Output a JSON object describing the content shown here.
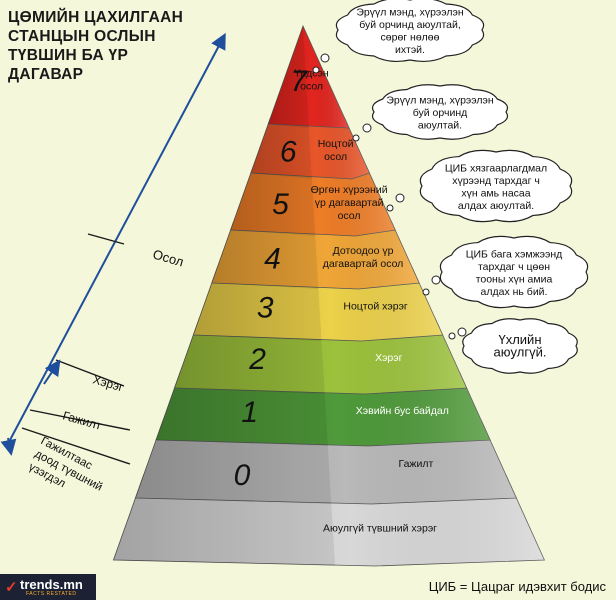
{
  "title_lines": [
    "ЦӨМИЙН ЦАХИЛГААН",
    "СТАНЦЫН ОСЛЫН",
    "ТҮВШИН БА ҮР",
    "ДАГАВАР"
  ],
  "levels": [
    {
      "number": "0",
      "label": [
        "Аюулгүй түвшний хэрэг"
      ],
      "color": "#d8d8d8"
    },
    {
      "number": "0",
      "label": [
        "Гажилт"
      ],
      "color": "#b9b9b9"
    },
    {
      "number": "1",
      "label": [
        "Хэвийн бус байдал"
      ],
      "color": "#4f9a3a"
    },
    {
      "number": "2",
      "label": [
        "Хэрэг"
      ],
      "color": "#9cc23c"
    },
    {
      "number": "3",
      "label": [
        "Ноцтой хэрэг"
      ],
      "color": "#ecd14a"
    },
    {
      "number": "4",
      "label": [
        "Дотоодоо үр",
        "дагавартай осол"
      ],
      "color": "#f0a637"
    },
    {
      "number": "5",
      "label": [
        "Өргөн хүрээний",
        "үр дагавартай",
        "осол"
      ],
      "color": "#ee7d27"
    },
    {
      "number": "6",
      "label": [
        "Ноцтой",
        "осол"
      ],
      "color": "#e8562a"
    },
    {
      "number": "7",
      "label": [
        "Үндсэн",
        "осол"
      ],
      "color": "#e2251f"
    }
  ],
  "categories": {
    "osol": "Осол",
    "kherag": "Хэрэг",
    "gazhilt": "Гажилт",
    "below": [
      "Гажилтаас",
      "доод түвшний",
      "үзэгдэл"
    ]
  },
  "callouts": [
    [
      "Эрүүл мэнд, хүрээлэн",
      "буй орчинд аюултай,",
      "сөрөг нөлөө",
      "ихтэй."
    ],
    [
      "Эрүүл мэнд, хүрээлэн",
      "буй орчинд",
      "аюултай."
    ],
    [
      "ЦИБ хязгаарлагдмал",
      "хүрээнд тархдаг ч",
      "хүн амь насаа",
      "алдах аюултай."
    ],
    [
      "ЦИБ бага хэмжээнд",
      "тархдаг ч цөөн",
      "тооны хүн амиа",
      "алдах нь бий."
    ],
    [
      "Үхлийн",
      "аюулгүй."
    ]
  ],
  "footnote": "ЦИБ = Цацраг идэвхит бодис",
  "logo": {
    "name": "trends.mn",
    "sub": "FACTS RESTATED"
  },
  "colors": {
    "background": "#f4f7d9",
    "arrow": "#1f4f9c"
  }
}
